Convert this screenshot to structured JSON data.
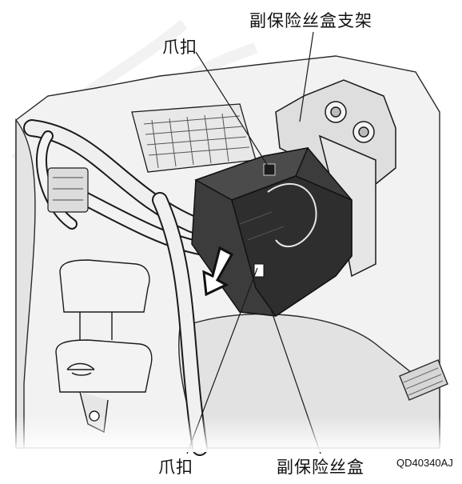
{
  "labels": {
    "bracket": "副保险丝盒支架",
    "clip_top": "爪扣",
    "clip_bottom": "爪扣",
    "fuse_box": "副保险丝盒"
  },
  "figure_code": "QD40340AJ",
  "colors": {
    "line": "#1a1a1a",
    "fuse_box": "#3c3c3c",
    "fuse_box_dark": "#262626",
    "background_parts": "#e9e9e9",
    "arrow": "#ffffff"
  },
  "icons": [
    "hood-release-icon",
    "press-direction-arrow-icon"
  ]
}
